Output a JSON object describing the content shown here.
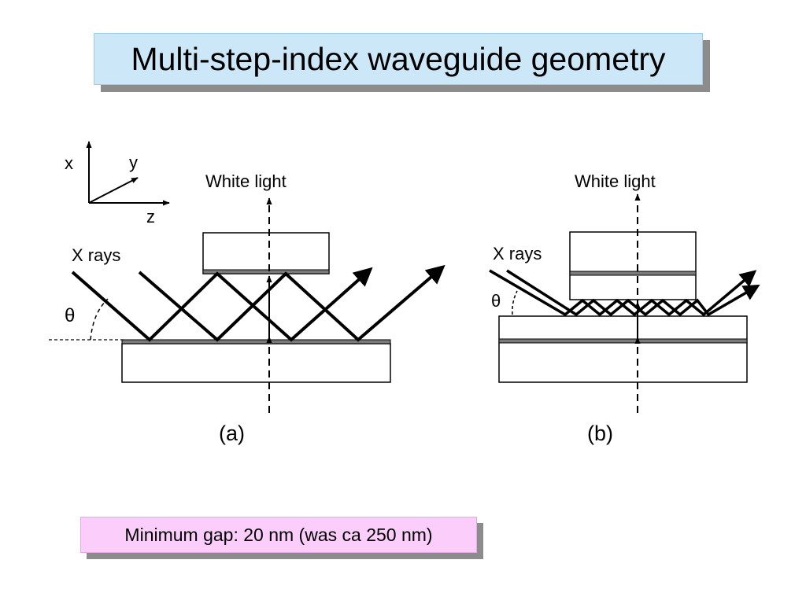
{
  "title": "Multi-step-index waveguide geometry",
  "axes": {
    "x": "x",
    "y": "y",
    "z": "z"
  },
  "panel_a": {
    "xrays_label": "X rays",
    "light_label": "White light",
    "angle_label": "θ",
    "caption": "(a)"
  },
  "panel_b": {
    "xrays_label": "X rays",
    "light_label": "White light",
    "angle_label": "θ",
    "caption": "(b)"
  },
  "note": "Minimum gap: 20 nm (was ca 250 nm)"
}
